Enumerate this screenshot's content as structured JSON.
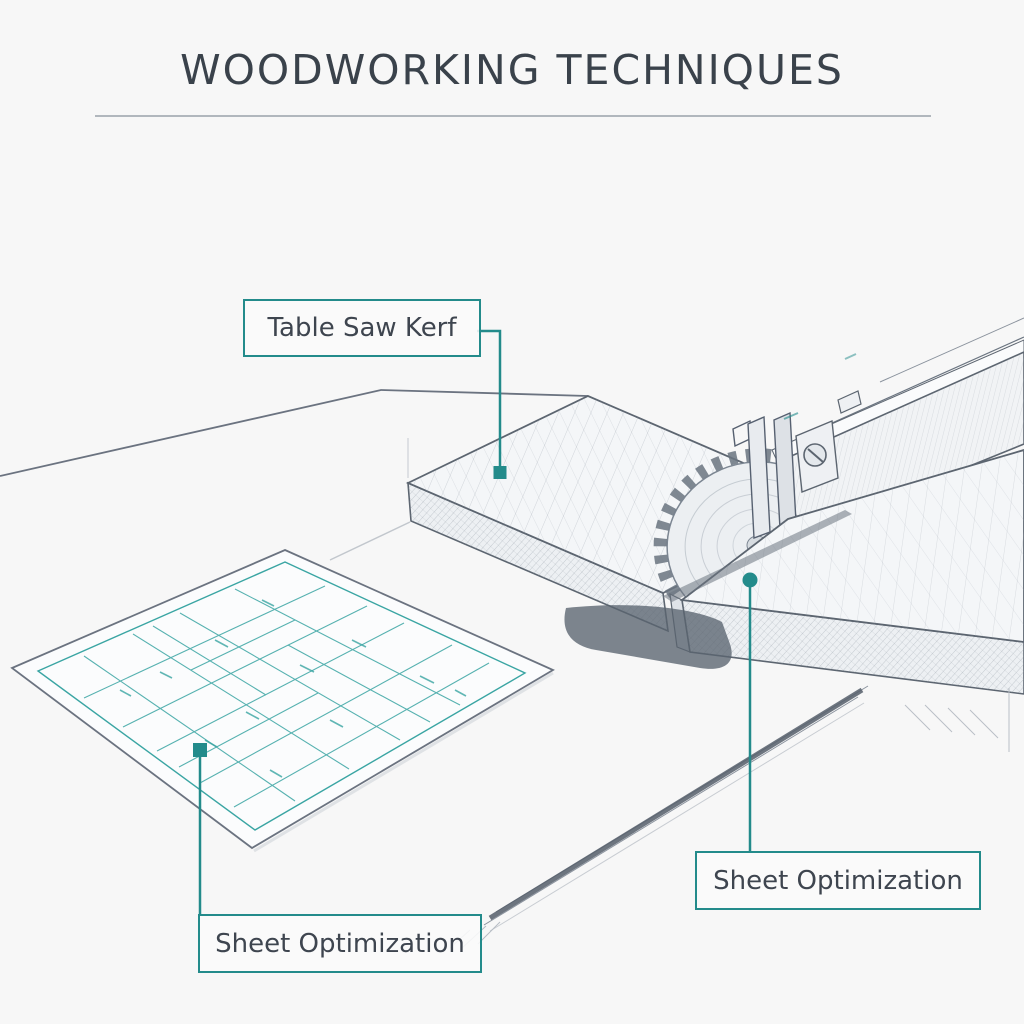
{
  "title": {
    "text": "WOODWORKING TECHNIQUES"
  },
  "callouts": {
    "table_saw_kerf": {
      "label": "Table Saw Kerf"
    },
    "sheet_optimization_left": {
      "label": "Sheet Optimization"
    },
    "sheet_optimization_right": {
      "label": "Sheet Optimization"
    }
  },
  "icons": {
    "saw_blade": "saw-blade-icon",
    "cutting_plan": "cutting-plan-sheet-icon"
  },
  "colors": {
    "accent": "#238b8b",
    "paper_grid": "#3aa5a3",
    "title": "#3a424b",
    "pencil": "#5c6570",
    "background": "#f7f7f7"
  }
}
